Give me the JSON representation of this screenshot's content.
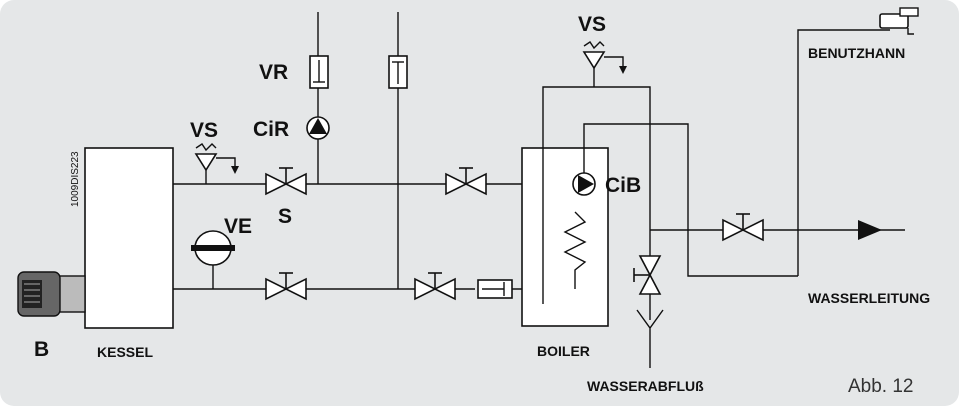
{
  "labels": {
    "vr": "VR",
    "vs_top": "VS",
    "vs_left": "VS",
    "cir": "CiR",
    "cib": "CiB",
    "ve": "VE",
    "s": "S",
    "b": "B",
    "kessel": "KESSEL",
    "boiler": "BOILER",
    "benutzhann": "BENUTZHANN",
    "wasserleitung": "WASSERLEITUNG",
    "wasserabfluss": "WASSERABFLUß",
    "code": "1009DIS223",
    "figure": "Abb. 12"
  }
}
